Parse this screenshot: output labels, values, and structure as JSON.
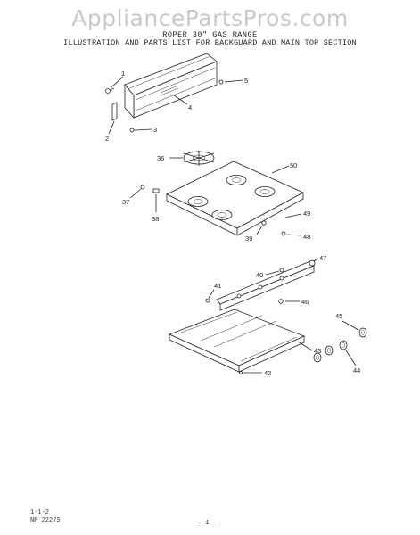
{
  "watermark": "AppliancePartsPros.com",
  "title": "ROPER 30\" GAS RANGE",
  "subtitle": "ILLUSTRATION AND PARTS LIST FOR BACKGUARD AND MAIN TOP SECTION",
  "footer": {
    "page_code": "1-1-2",
    "doc_number": "NP 2227S",
    "page_number": "— 1 —"
  },
  "callouts": [
    {
      "id": "callout-1",
      "label": "1"
    },
    {
      "id": "callout-2",
      "label": "2"
    },
    {
      "id": "callout-3",
      "label": "3"
    },
    {
      "id": "callout-4",
      "label": "4"
    },
    {
      "id": "callout-5",
      "label": "5"
    },
    {
      "id": "callout-36",
      "label": "36"
    },
    {
      "id": "callout-37",
      "label": "37"
    },
    {
      "id": "callout-38",
      "label": "38"
    },
    {
      "id": "callout-39",
      "label": "39"
    },
    {
      "id": "callout-48",
      "label": "48"
    },
    {
      "id": "callout-49",
      "label": "49"
    },
    {
      "id": "callout-50",
      "label": "50"
    },
    {
      "id": "callout-40",
      "label": "40"
    },
    {
      "id": "callout-41",
      "label": "41"
    },
    {
      "id": "callout-42",
      "label": "42"
    },
    {
      "id": "callout-43",
      "label": "43"
    },
    {
      "id": "callout-44",
      "label": "44"
    },
    {
      "id": "callout-45",
      "label": "45"
    },
    {
      "id": "callout-46",
      "label": "46"
    },
    {
      "id": "callout-47",
      "label": "47"
    }
  ]
}
